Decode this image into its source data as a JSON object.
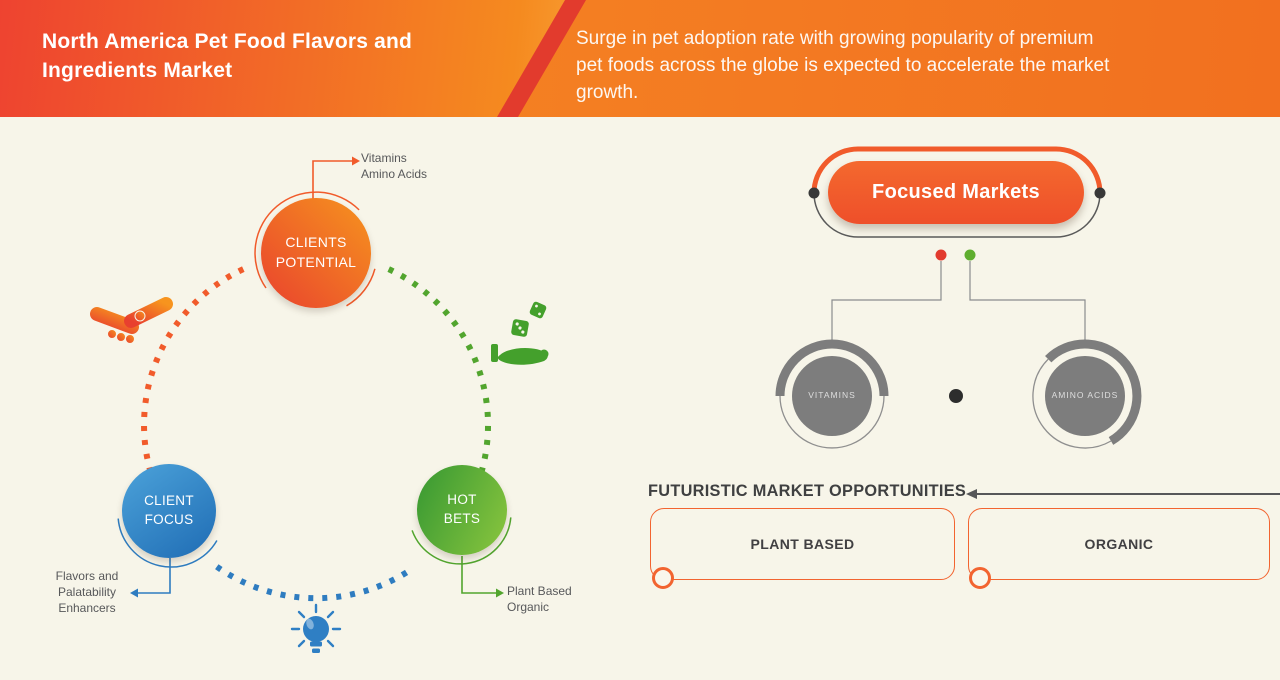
{
  "header": {
    "title": "North America Pet Food Flavors and\nIngredients Market",
    "subtitle": "Surge in pet adoption rate with growing popularity of premium\npet foods across the globe is expected to accelerate the market\ngrowth."
  },
  "cycle_diagram": {
    "clients_potential": {
      "label": "CLIENTS\nPOTENTIAL",
      "callout": "Vitamins\nAmino Acids",
      "color": "#f15b2b"
    },
    "client_focus": {
      "label": "CLIENT\nFOCUS",
      "callout": "Flavors and\nPalatability\nEnhancers",
      "color": "#2e7cc0"
    },
    "hot_bets": {
      "label": "HOT\nBETS",
      "callout": "Plant Based\nOrganic",
      "color": "#52a52e"
    },
    "icons": [
      "handshake-icon",
      "dice-hand-icon",
      "lightbulb-icon"
    ]
  },
  "focused_markets": {
    "title": "Focused Markets",
    "accent_color": "#f15b2b",
    "node_color": "#7d7d7d",
    "items": [
      {
        "label": "VITAMINS",
        "dot_color": "#e23b2e"
      },
      {
        "label": "AMINO ACIDS",
        "dot_color": "#5fae2f"
      }
    ]
  },
  "opportunities": {
    "heading": "FUTURISTIC MARKET OPPORTUNITIES",
    "items": [
      {
        "label": "PLANT BASED"
      },
      {
        "label": "ORGANIC"
      }
    ]
  }
}
